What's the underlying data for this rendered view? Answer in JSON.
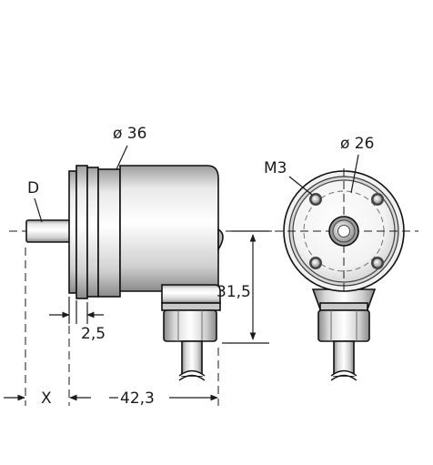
{
  "labels": {
    "dia_housing": "ø 36",
    "dia_bolt_circle": "ø 26",
    "thread": "M3",
    "shaft": "D",
    "flange_offset": "2,5",
    "axis_height": "31,5",
    "body_length": "42,3",
    "shaft_length": "X"
  },
  "colors": {
    "metal_light": "#f3f3f3",
    "metal_mid": "#bdbdbd",
    "metal_dark": "#6e6e6e",
    "line": "#111111"
  }
}
